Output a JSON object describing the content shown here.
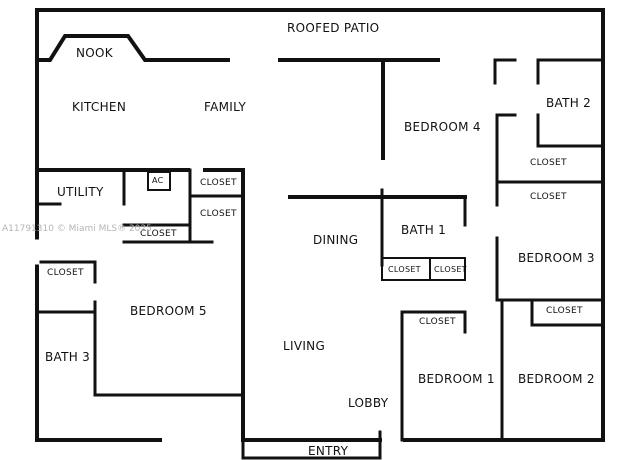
{
  "rooms": {
    "roofed_patio": "ROOFED PATIO",
    "nook": "NOOK",
    "kitchen": "KITCHEN",
    "family": "FAMILY",
    "bedroom_4": "BEDROOM 4",
    "bath_2": "BATH 2",
    "utility": "UTILITY",
    "ac": "AC",
    "dining": "DINING",
    "bath_1": "BATH 1",
    "bedroom_3": "BEDROOM 3",
    "bedroom_5": "BEDROOM 5",
    "living": "LIVING",
    "bath_3": "BATH 3",
    "lobby": "LOBBY",
    "bedroom_1": "BEDROOM 1",
    "bedroom_2": "BEDROOM 2",
    "entry": "ENTRY"
  },
  "closets": {
    "utility_closet": "CLOSET",
    "hall_closet_top": "CLOSET",
    "hall_closet_mid": "CLOSET",
    "bath2_closet": "CLOSET",
    "bedroom3_closet": "CLOSET",
    "bath1_closet_a": "CLOSET",
    "bath1_closet_b": "CLOSET",
    "bedroom5_closet": "CLOSET",
    "bedroom1_closet": "CLOSET",
    "bedroom2_closet": "CLOSET"
  },
  "watermark": "A11791310 © Miami MLS® 2025",
  "colors": {
    "wall": "#111111",
    "label": "#111111",
    "watermark": "#b5b5b5"
  }
}
